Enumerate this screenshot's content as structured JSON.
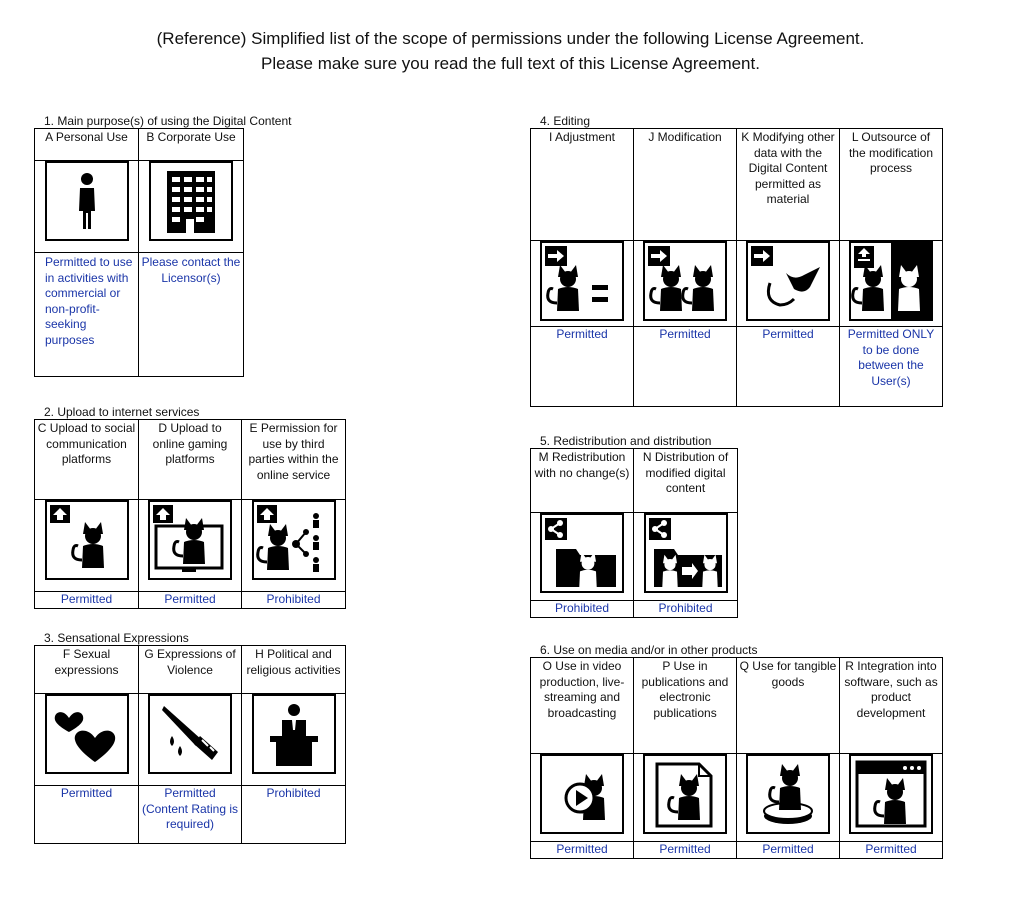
{
  "header": {
    "line1": "(Reference) Simplified list of the scope of permissions under the following License Agreement.",
    "line2": "Please make sure you read the full text of this License Agreement."
  },
  "colors": {
    "status_text": "#1a35a8",
    "border": "#000000"
  },
  "s1": {
    "title": "1. Main purpose(s) of using the Digital Content",
    "items": [
      {
        "label": "A Personal Use",
        "icon": "person-icon",
        "status": "Permitted to use in activities with commercial or non-profit-seeking purposes"
      },
      {
        "label": "B Corporate Use",
        "icon": "building-icon",
        "status": "Please contact the Licensor(s)"
      }
    ]
  },
  "s2": {
    "title": "2. Upload to internet services",
    "items": [
      {
        "label": "C Upload to social communication platforms",
        "icon": "social-upload-icon",
        "status": "Permitted"
      },
      {
        "label": "D Upload to online gaming platforms",
        "icon": "game-upload-icon",
        "status": "Permitted"
      },
      {
        "label": "E Permission for use by third parties within the online service",
        "icon": "share-third-party-icon",
        "status": "Prohibited"
      }
    ]
  },
  "s3": {
    "title": "3. Sensational Expressions",
    "items": [
      {
        "label": "F Sexual expressions",
        "icon": "hearts-icon",
        "status": "Permitted"
      },
      {
        "label": "G Expressions of Violence",
        "icon": "knife-icon",
        "status": "Permitted (Content Rating is required)"
      },
      {
        "label": "H Political and religious activities",
        "icon": "podium-icon",
        "status": "Prohibited"
      }
    ]
  },
  "s4": {
    "title": "4. Editing",
    "items": [
      {
        "label": "I Adjustment",
        "icon": "adjust-icon",
        "status": "Permitted"
      },
      {
        "label": "J Modification",
        "icon": "modify-icon",
        "status": "Permitted"
      },
      {
        "label": "K Modifying other data with the Digital Content permitted as material",
        "icon": "material-icon",
        "status": "Permitted"
      },
      {
        "label": "L Outsource of the modification process",
        "icon": "outsource-icon",
        "status": "Permitted ONLY to be done between the User(s)"
      }
    ]
  },
  "s5": {
    "title": "5. Redistribution and distribution",
    "items": [
      {
        "label": "M Redistribution with no change(s)",
        "icon": "redistribute-icon",
        "status": "Prohibited"
      },
      {
        "label": "N Distribution of modified digital content",
        "icon": "distribute-modified-icon",
        "status": "Prohibited"
      }
    ]
  },
  "s6": {
    "title": "6. Use on media and/or in other products",
    "items": [
      {
        "label": "O Use in video production, live-streaming and broadcasting",
        "icon": "video-icon",
        "status": "Permitted"
      },
      {
        "label": "P Use in publications and electronic publications",
        "icon": "publication-icon",
        "status": "Permitted"
      },
      {
        "label": "Q Use for tangible goods",
        "icon": "goods-icon",
        "status": "Permitted"
      },
      {
        "label": "R Integration into software, such as product development",
        "icon": "software-icon",
        "status": "Permitted"
      }
    ]
  }
}
